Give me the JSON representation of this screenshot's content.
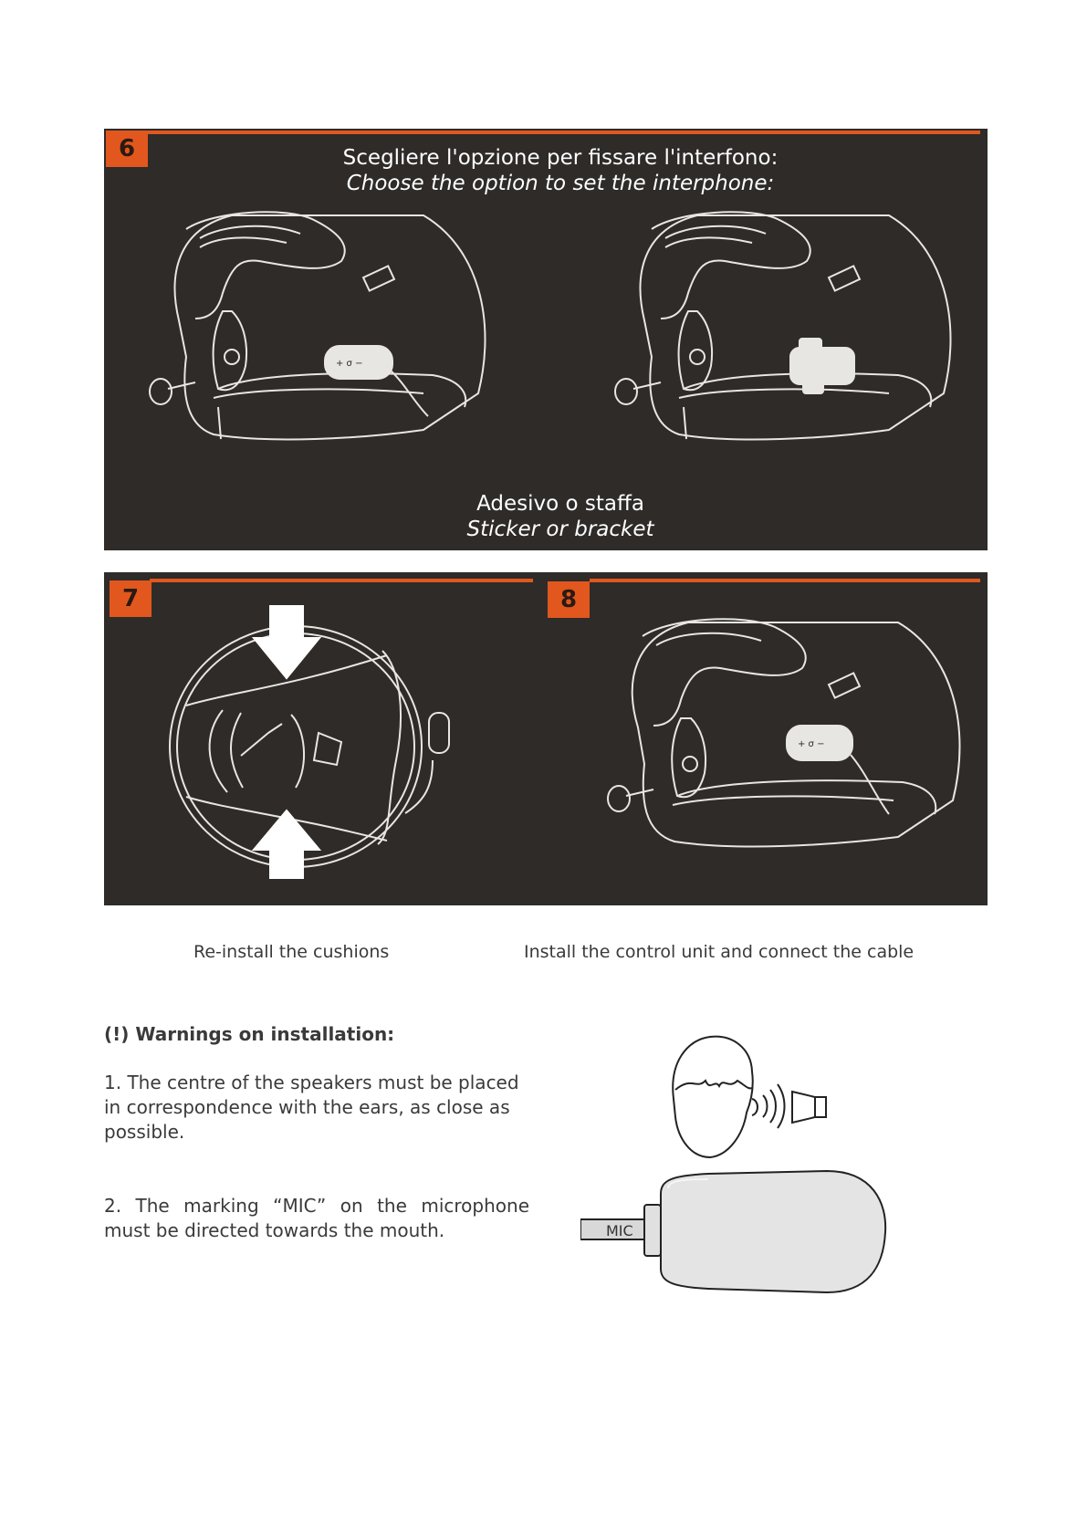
{
  "step6": {
    "number": "6",
    "title_it": "Scegliere l'opzione per fissare l'interfono:",
    "title_en": "Choose the option to set the interphone:",
    "footer_it": "Adesivo o staffa",
    "footer_en": "Sticker or bracket"
  },
  "step7": {
    "number": "7"
  },
  "step8": {
    "number": "8"
  },
  "captions": {
    "step7": "Re-install the cushions",
    "step8": "Install the control unit and connect the cable"
  },
  "warnings": {
    "title": "(!) Warnings on installation:",
    "item1": "1. The centre of the speakers must be placed in correspondence with the ears, as close as possible.",
    "item2": "2. The marking “MIC” on the microphone must be directed towards the mouth."
  },
  "mic_label": "MIC",
  "colors": {
    "panel": "#2e2b29",
    "accent": "#e2571e",
    "line_art": "#e8e6e3"
  }
}
